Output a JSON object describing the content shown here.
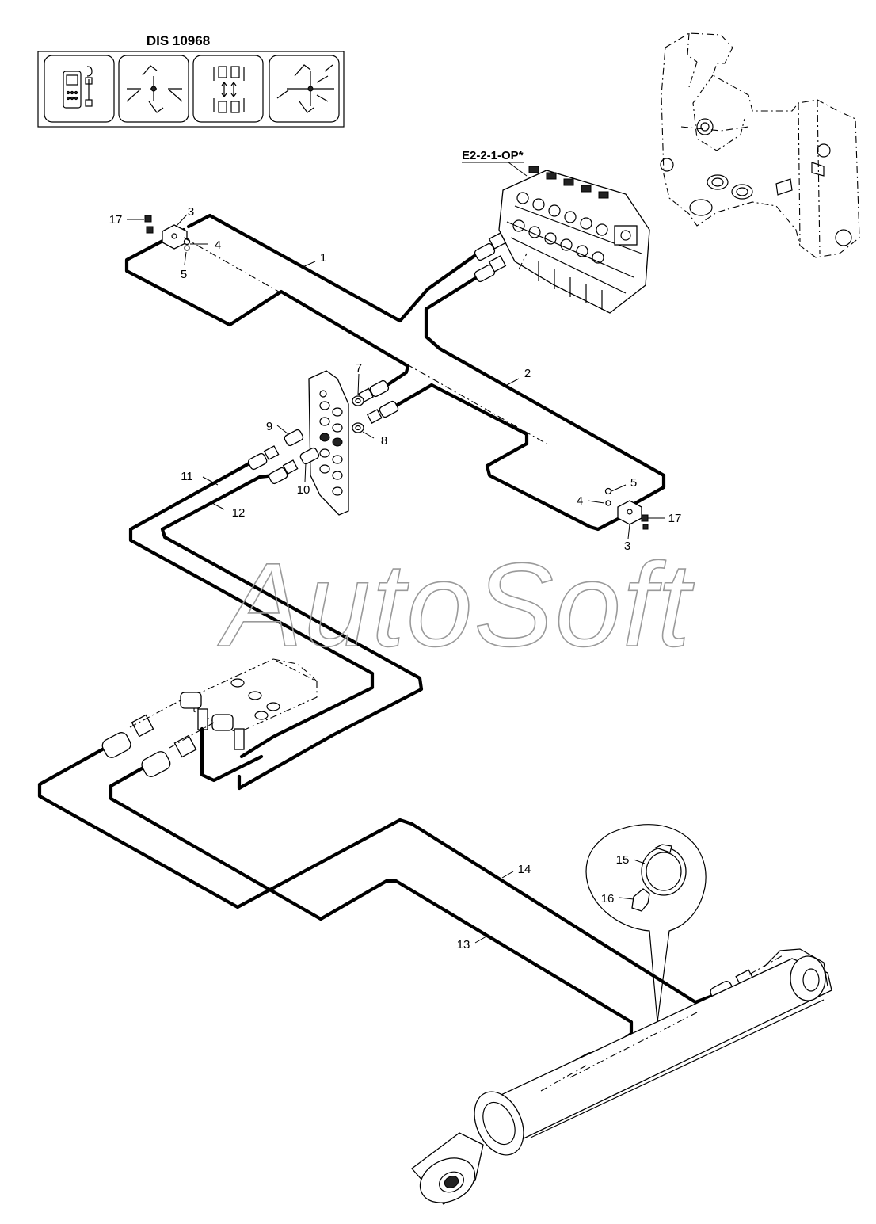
{
  "decal": {
    "title": "DIS 10968",
    "panels": [
      {
        "icon": "control-box-icon"
      },
      {
        "icon": "excavator-boom-arrows-icon"
      },
      {
        "icon": "track-movement-icon"
      },
      {
        "icon": "excavator-swing-arrows-icon"
      }
    ]
  },
  "valve_ref": "E2-2-1-OP*",
  "watermark": "AutoSoft",
  "callouts": {
    "c1": "1",
    "c2": "2",
    "c3a": "3",
    "c3b": "3",
    "c4a": "4",
    "c4b": "4",
    "c5a": "5",
    "c5b": "5",
    "c7": "7",
    "c8": "8",
    "c9": "9",
    "c10": "10",
    "c11": "11",
    "c12": "12",
    "c13": "13",
    "c14": "14",
    "c15": "15",
    "c16": "16",
    "c17a": "17",
    "c17b": "17"
  },
  "colors": {
    "line": "#000000",
    "watermark": "#9a9a9a",
    "background": "#ffffff"
  }
}
